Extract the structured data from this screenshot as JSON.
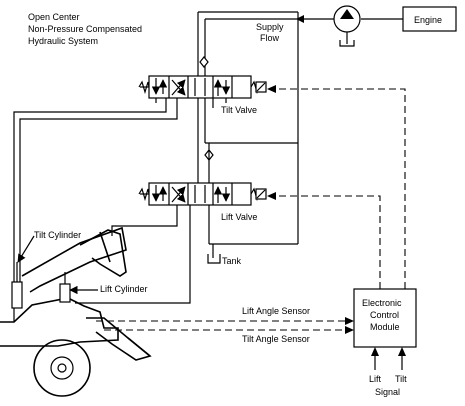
{
  "title_lines": [
    "Open Center",
    "Non-Pressure  Compensated",
    "Hydraulic System"
  ],
  "labels": {
    "engine": "Engine",
    "supply_flow_line1": "Supply",
    "supply_flow_line2": "Flow",
    "tilt_valve": "Tilt Valve",
    "lift_valve": "Lift Valve",
    "tank": "Tank",
    "tilt_cylinder": "Tilt Cylinder",
    "lift_cylinder": "Lift Cylinder",
    "lift_angle_sensor": "Lift Angle Sensor",
    "tilt_angle_sensor": "Tilt Angle Sensor",
    "ecm_line1": "Electronic",
    "ecm_line2": "Control",
    "ecm_line3": "Module",
    "input_lift": "Lift",
    "input_tilt": "Tilt",
    "input_signal": "Signal"
  }
}
